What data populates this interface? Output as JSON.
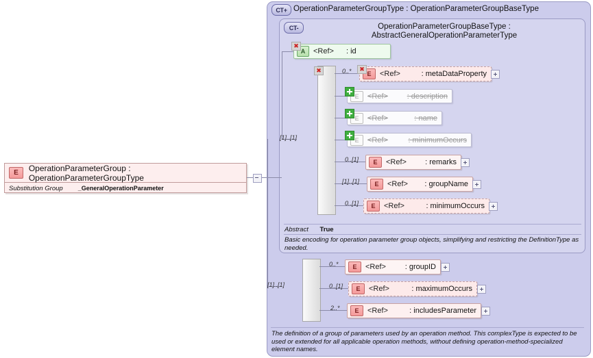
{
  "diagram": {
    "kind": "xml-schema-diagram",
    "colors": {
      "canvas": "#ffffff",
      "complex_type_fill": "#ccccec",
      "complex_type_inner_fill": "#d5d5ef",
      "element_fill": "#fdf0f0",
      "element_badge": "#f49a9a",
      "attribute_fill": "#eefaee",
      "attribute_badge": "#b7e0ab",
      "prohibited_marker": "#cc2222",
      "added_marker": "#3fae3f",
      "connector": "#8a8aa8"
    }
  },
  "left_element": {
    "badge": "E",
    "title": "OperationParameterGroup : OperationParameterGroupType",
    "property_key": "Substitution Group",
    "property_value": "_GeneralOperationParameter",
    "collapse_toggle": "collapse-box"
  },
  "outer_type": {
    "badge": "CT+",
    "title": "OperationParameterGroupType : OperationParameterGroupBaseType"
  },
  "inner_type": {
    "badge": "CT-",
    "title": "OperationParameterGroupBaseType : AbstractGeneralOperationParameterType",
    "abstract_key": "Abstract",
    "abstract_value": "True",
    "documentation": "Basic encoding for operation parameter group objects, simplifying and restricting the DefinitionType as needed."
  },
  "attribute": {
    "badge": "A",
    "ref": "<Ref>",
    "name": ": id",
    "marker": "prohibited"
  },
  "inner_sequence": {
    "cardinality": "[1]..[1]",
    "marker": "prohibited",
    "rows": [
      {
        "badge": "E",
        "ref": "<Ref>",
        "name": ": metaDataProperty",
        "cardinality": "0..*",
        "style": "dashed",
        "marker": "prohibited",
        "expandable": true
      },
      {
        "badge": "E",
        "ref": "<Ref>",
        "name": ": description",
        "cardinality": "",
        "style": "ghost",
        "marker": "added",
        "expandable": false
      },
      {
        "badge": "E",
        "ref": "<Ref>",
        "name": ": name",
        "cardinality": "",
        "style": "ghost",
        "marker": "added",
        "expandable": false
      },
      {
        "badge": "E",
        "ref": "<Ref>",
        "name": ": minimumOccurs",
        "cardinality": "",
        "style": "ghost",
        "marker": "added",
        "expandable": false
      },
      {
        "badge": "E",
        "ref": "<Ref>",
        "name": ": remarks",
        "cardinality": "0..[1]",
        "style": "solid",
        "marker": "none",
        "expandable": true
      },
      {
        "badge": "E",
        "ref": "<Ref>",
        "name": ": groupName",
        "cardinality": "[1]..[1]",
        "style": "solid",
        "marker": "none",
        "expandable": true
      },
      {
        "badge": "E",
        "ref": "<Ref>",
        "name": ": minimumOccurs",
        "cardinality": "0..[1]",
        "style": "dashed",
        "marker": "none",
        "expandable": true
      }
    ]
  },
  "outer_sequence": {
    "cardinality": "[1]..[1]",
    "rows": [
      {
        "badge": "E",
        "ref": "<Ref>",
        "name": ": groupID",
        "cardinality": "0..*",
        "style": "solid",
        "marker": "none",
        "expandable": true
      },
      {
        "badge": "E",
        "ref": "<Ref>",
        "name": ": maximumOccurs",
        "cardinality": "0..[1]",
        "style": "dashed",
        "marker": "none",
        "expandable": true
      },
      {
        "badge": "E",
        "ref": "<Ref>",
        "name": ": includesParameter",
        "cardinality": "2..*",
        "style": "solid",
        "marker": "none",
        "expandable": true
      }
    ]
  },
  "outer_documentation": "The definition of a group of parameters used by an operation method. This complexType is expected to be used or extended for all applicable operation methods, without defining operation-method-specialized element names."
}
